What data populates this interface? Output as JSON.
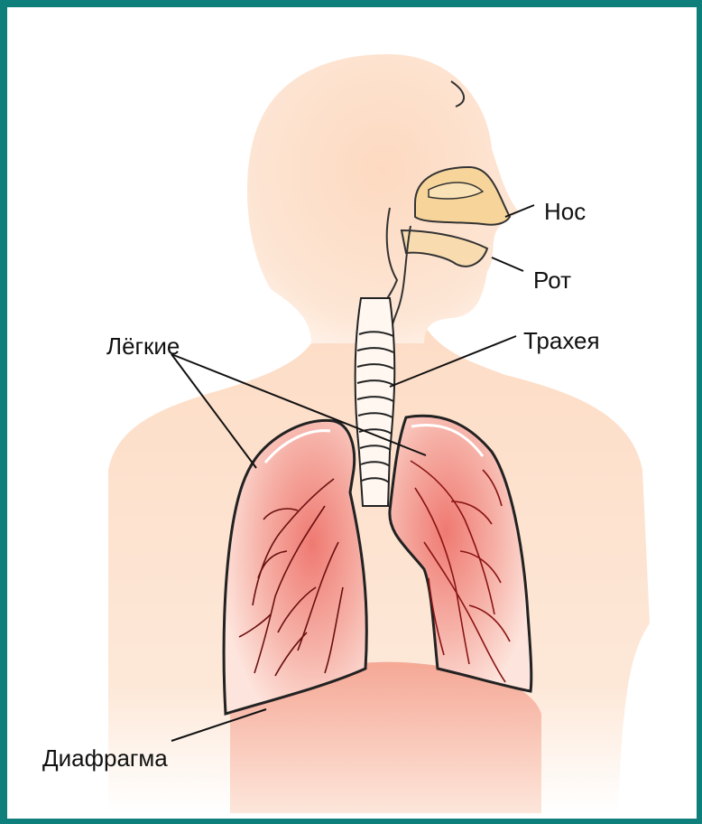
{
  "labels": {
    "nose": "Нос",
    "mouth": "Рот",
    "trachea": "Трахея",
    "lungs": "Лёгкие",
    "diaphragm": "Диафрагма"
  },
  "colors": {
    "frame_border": "#0f7f7c",
    "skin": "#fde3cf",
    "nasal": "#f7d59a",
    "lung_fill": "#f4b3aa",
    "lung_core": "#ee7c74",
    "vessel": "#7a1010",
    "outline": "#1a1a1a",
    "diaphragm": "#f7b7a5"
  }
}
